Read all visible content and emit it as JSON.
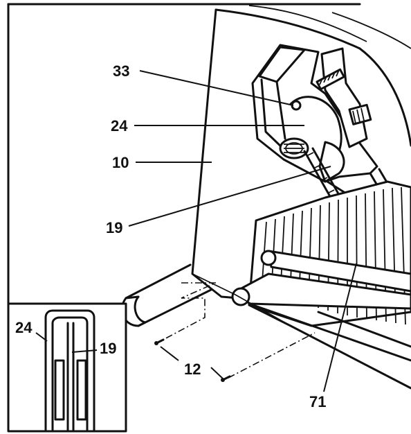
{
  "callouts": {
    "c33": "33",
    "c24": "24",
    "c10": "10",
    "c19": "19",
    "c12": "12",
    "c71": "71",
    "inset_24": "24",
    "inset_19": "19"
  }
}
